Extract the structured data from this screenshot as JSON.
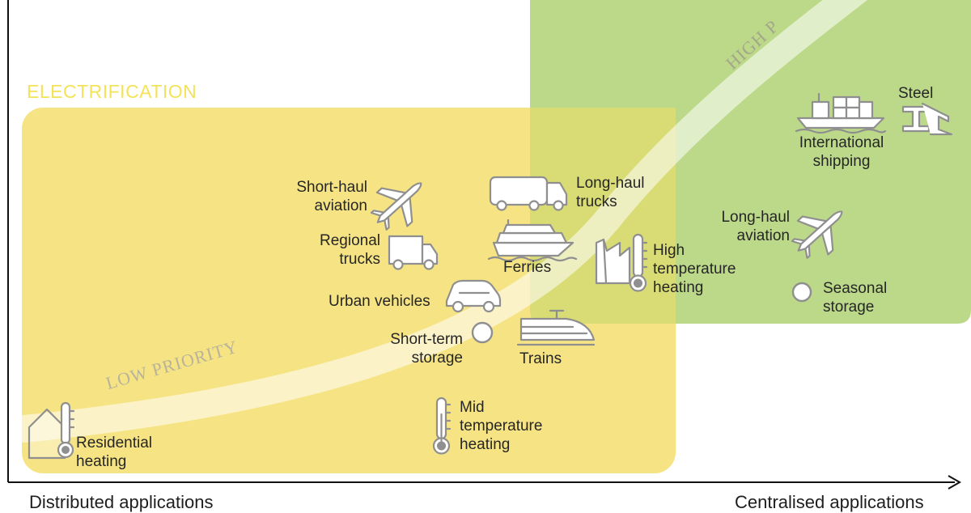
{
  "colors": {
    "electrification": "#f5e27a",
    "hydrogen": "#bcd98a",
    "overlap": "#d9dc74",
    "band": "#ffffff",
    "electrification_label": "#f4e259",
    "axis": "#111111",
    "icon_stroke": "#8f8f8f"
  },
  "regions": {
    "electrification_label": "ELECTRIFICATION"
  },
  "band": {
    "low_label": "LOW PRIORITY",
    "high_label": "HIGH P"
  },
  "axis": {
    "left_label": "Distributed applications",
    "right_label": "Centralised applications"
  },
  "items": {
    "residential_heating": {
      "line1": "Residential",
      "line2": "heating",
      "icon": "house-thermometer-icon"
    },
    "mid_temperature_heating": {
      "line1": "Mid",
      "line2": "temperature",
      "line3": "heating",
      "icon": "thermometer-icon"
    },
    "short_term_storage": {
      "line1": "Short-term",
      "line2": "storage",
      "icon": "circle-icon"
    },
    "trains": {
      "line1": "Trains",
      "icon": "train-icon"
    },
    "urban_vehicles": {
      "line1": "Urban vehicles",
      "icon": "car-icon"
    },
    "regional_trucks": {
      "line1": "Regional",
      "line2": "trucks",
      "icon": "van-icon"
    },
    "short_haul_aviation": {
      "line1": "Short-haul",
      "line2": "aviation",
      "icon": "airplane-icon"
    },
    "ferries": {
      "line1": "Ferries",
      "icon": "ferry-icon"
    },
    "long_haul_trucks": {
      "line1": "Long-haul",
      "line2": "trucks",
      "icon": "truck-icon"
    },
    "high_temperature_heating": {
      "line1": "High",
      "line2": "temperature",
      "line3": "heating",
      "icon": "factory-thermometer-icon"
    },
    "long_haul_aviation": {
      "line1": "Long-haul",
      "line2": "aviation",
      "icon": "airplane-icon"
    },
    "seasonal_storage": {
      "line1": "Seasonal",
      "line2": "storage",
      "icon": "circle-icon"
    },
    "international_shipping": {
      "line1": "International",
      "line2": "shipping",
      "icon": "container-ship-icon"
    },
    "steel": {
      "line1": "Steel",
      "icon": "steel-beam-icon"
    }
  }
}
